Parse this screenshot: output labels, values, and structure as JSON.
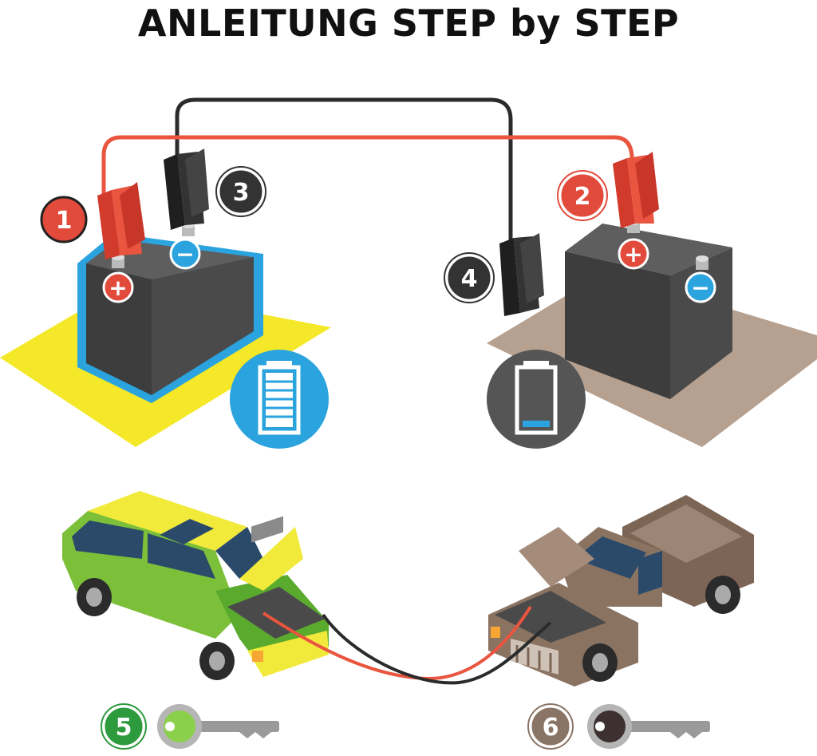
{
  "title": "ANLEITUNG STEP by STEP",
  "steps": [
    {
      "number": "1",
      "color": "#e24a3b"
    },
    {
      "number": "2",
      "color": "#e24a3b"
    },
    {
      "number": "3",
      "color": "#333333"
    },
    {
      "number": "4",
      "color": "#333333"
    },
    {
      "number": "5",
      "color": "#2e9a3e"
    },
    {
      "number": "6",
      "color": "#8a7466"
    }
  ],
  "terminals": {
    "plus": "+",
    "minus": "−"
  },
  "battery_charge": {
    "donor": 1.0,
    "dead": 0.12
  },
  "colors": {
    "red_cable": "#e9553f",
    "black_cable": "#2b2b2b",
    "donor_pad": "#f4e829",
    "dead_pad": "#b6a08f",
    "charge_blue": "#2aa3de",
    "green_car": "#8bc83a",
    "brown_truck": "#8b7362"
  },
  "icons": [
    "battery-full-icon",
    "battery-low-icon",
    "car-key-icon",
    "truck-key-icon"
  ]
}
